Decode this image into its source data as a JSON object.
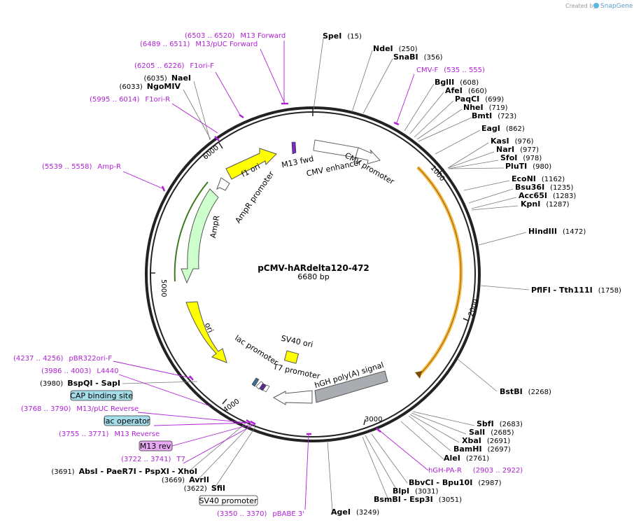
{
  "plasmid": {
    "name": "pCMV-hARdelta120-472",
    "size": "6680 bp"
  },
  "credit": {
    "prefix": "Created by",
    "brand": "SnapGene"
  },
  "ticks": [
    "1000",
    "2000",
    "3000",
    "4000",
    "5000",
    "6000"
  ],
  "features": {
    "cmv_enhancer": "CMV enhancer",
    "cmv_promoter": "CMV promoter",
    "m13_fwd": "M13 fwd",
    "f1_ori": "f1 ori",
    "ampr_promoter": "AmpR promoter",
    "ampr": "AmpR",
    "ori": "ori",
    "lac_promoter": "lac promoter",
    "t7_promoter": "T7 promoter",
    "sv40_ori": "SV40 ori",
    "hgh_polya": "hGH poly(A) signal"
  },
  "sites_left": [
    {
      "name": "NaeI",
      "pos": "(6035)"
    },
    {
      "name": "NgoMIV",
      "pos": "(6033)"
    },
    {
      "name": "BspQI - SapI",
      "pos": "(3980)"
    },
    {
      "name": "AbsI - PaeR7I - PspXI - XhoI",
      "pos": "(3691)"
    },
    {
      "name": "AvrII",
      "pos": "(3669)"
    },
    {
      "name": "SfiI",
      "pos": "(3622)"
    }
  ],
  "sites_right": [
    {
      "name": "SpeI",
      "pos": "(15)"
    },
    {
      "name": "NdeI",
      "pos": "(250)"
    },
    {
      "name": "SnaBI",
      "pos": "(356)"
    },
    {
      "name": "BglII",
      "pos": "(608)"
    },
    {
      "name": "AfeI",
      "pos": "(660)"
    },
    {
      "name": "PaqCI",
      "pos": "(699)"
    },
    {
      "name": "NheI",
      "pos": "(719)"
    },
    {
      "name": "BmtI",
      "pos": "(723)"
    },
    {
      "name": "EagI",
      "pos": "(862)"
    },
    {
      "name": "KasI",
      "pos": "(976)"
    },
    {
      "name": "NarI",
      "pos": "(977)"
    },
    {
      "name": "SfoI",
      "pos": "(978)"
    },
    {
      "name": "PluTI",
      "pos": "(980)"
    },
    {
      "name": "EcoNI",
      "pos": "(1162)"
    },
    {
      "name": "Bsu36I",
      "pos": "(1235)"
    },
    {
      "name": "Acc65I",
      "pos": "(1283)"
    },
    {
      "name": "KpnI",
      "pos": "(1287)"
    },
    {
      "name": "HindIII",
      "pos": "(1472)"
    },
    {
      "name": "PflFI - Tth111I",
      "pos": "(1758)"
    },
    {
      "name": "BstBI",
      "pos": "(2268)"
    },
    {
      "name": "SbfI",
      "pos": "(2683)"
    },
    {
      "name": "SalI",
      "pos": "(2685)"
    },
    {
      "name": "XbaI",
      "pos": "(2691)"
    },
    {
      "name": "BamHI",
      "pos": "(2697)"
    },
    {
      "name": "AleI",
      "pos": "(2761)"
    },
    {
      "name": "BbvCI - Bpu10I",
      "pos": "(2987)"
    },
    {
      "name": "BlpI",
      "pos": "(3031)"
    },
    {
      "name": "BsmBI - Esp3I",
      "pos": "(3051)"
    },
    {
      "name": "AgeI",
      "pos": "(3249)"
    }
  ],
  "primers": [
    {
      "name": "M13 Forward",
      "range": "(6503 .. 6520)"
    },
    {
      "name": "M13/pUC Forward",
      "range": "(6489 .. 6511)"
    },
    {
      "name": "F1ori-F",
      "range": "(6205 .. 6226)"
    },
    {
      "name": "F1ori-R",
      "range": "(5995 .. 6014)"
    },
    {
      "name": "Amp-R",
      "range": "(5539 .. 5558)"
    },
    {
      "name": "CMV-F",
      "range": "(535 .. 555)"
    },
    {
      "name": "pBR322ori-F",
      "range": "(4237 .. 4256)"
    },
    {
      "name": "L4440",
      "range": "(3986 .. 4003)"
    },
    {
      "name": "M13/pUC Reverse",
      "range": "(3768 .. 3790)"
    },
    {
      "name": "M13 Reverse",
      "range": "(3755 .. 3771)"
    },
    {
      "name": "T7",
      "range": "(3722 .. 3741)"
    },
    {
      "name": "hGH-PA-R",
      "range": "(2903 .. 2922)"
    },
    {
      "name": "pBABE 3'",
      "range": "(3350 .. 3370)"
    }
  ],
  "boxed_labels": [
    "CAP binding site",
    "lac operator",
    "M13 rev",
    "SV40 promoter"
  ],
  "colors": {
    "ring": "#222222",
    "primer": "#b021d6",
    "f1ori": "#ffff00",
    "ampr": "#ccffcc",
    "ampr_arrow": "#7fc241",
    "orf_arc": "#f5b942",
    "cmv": "#ffffff",
    "hgh": "#a9adb2",
    "cap_fill": "#a5dde8",
    "mrev_fill": "#e6a8f0",
    "sv40_ori": "#ffff00"
  }
}
